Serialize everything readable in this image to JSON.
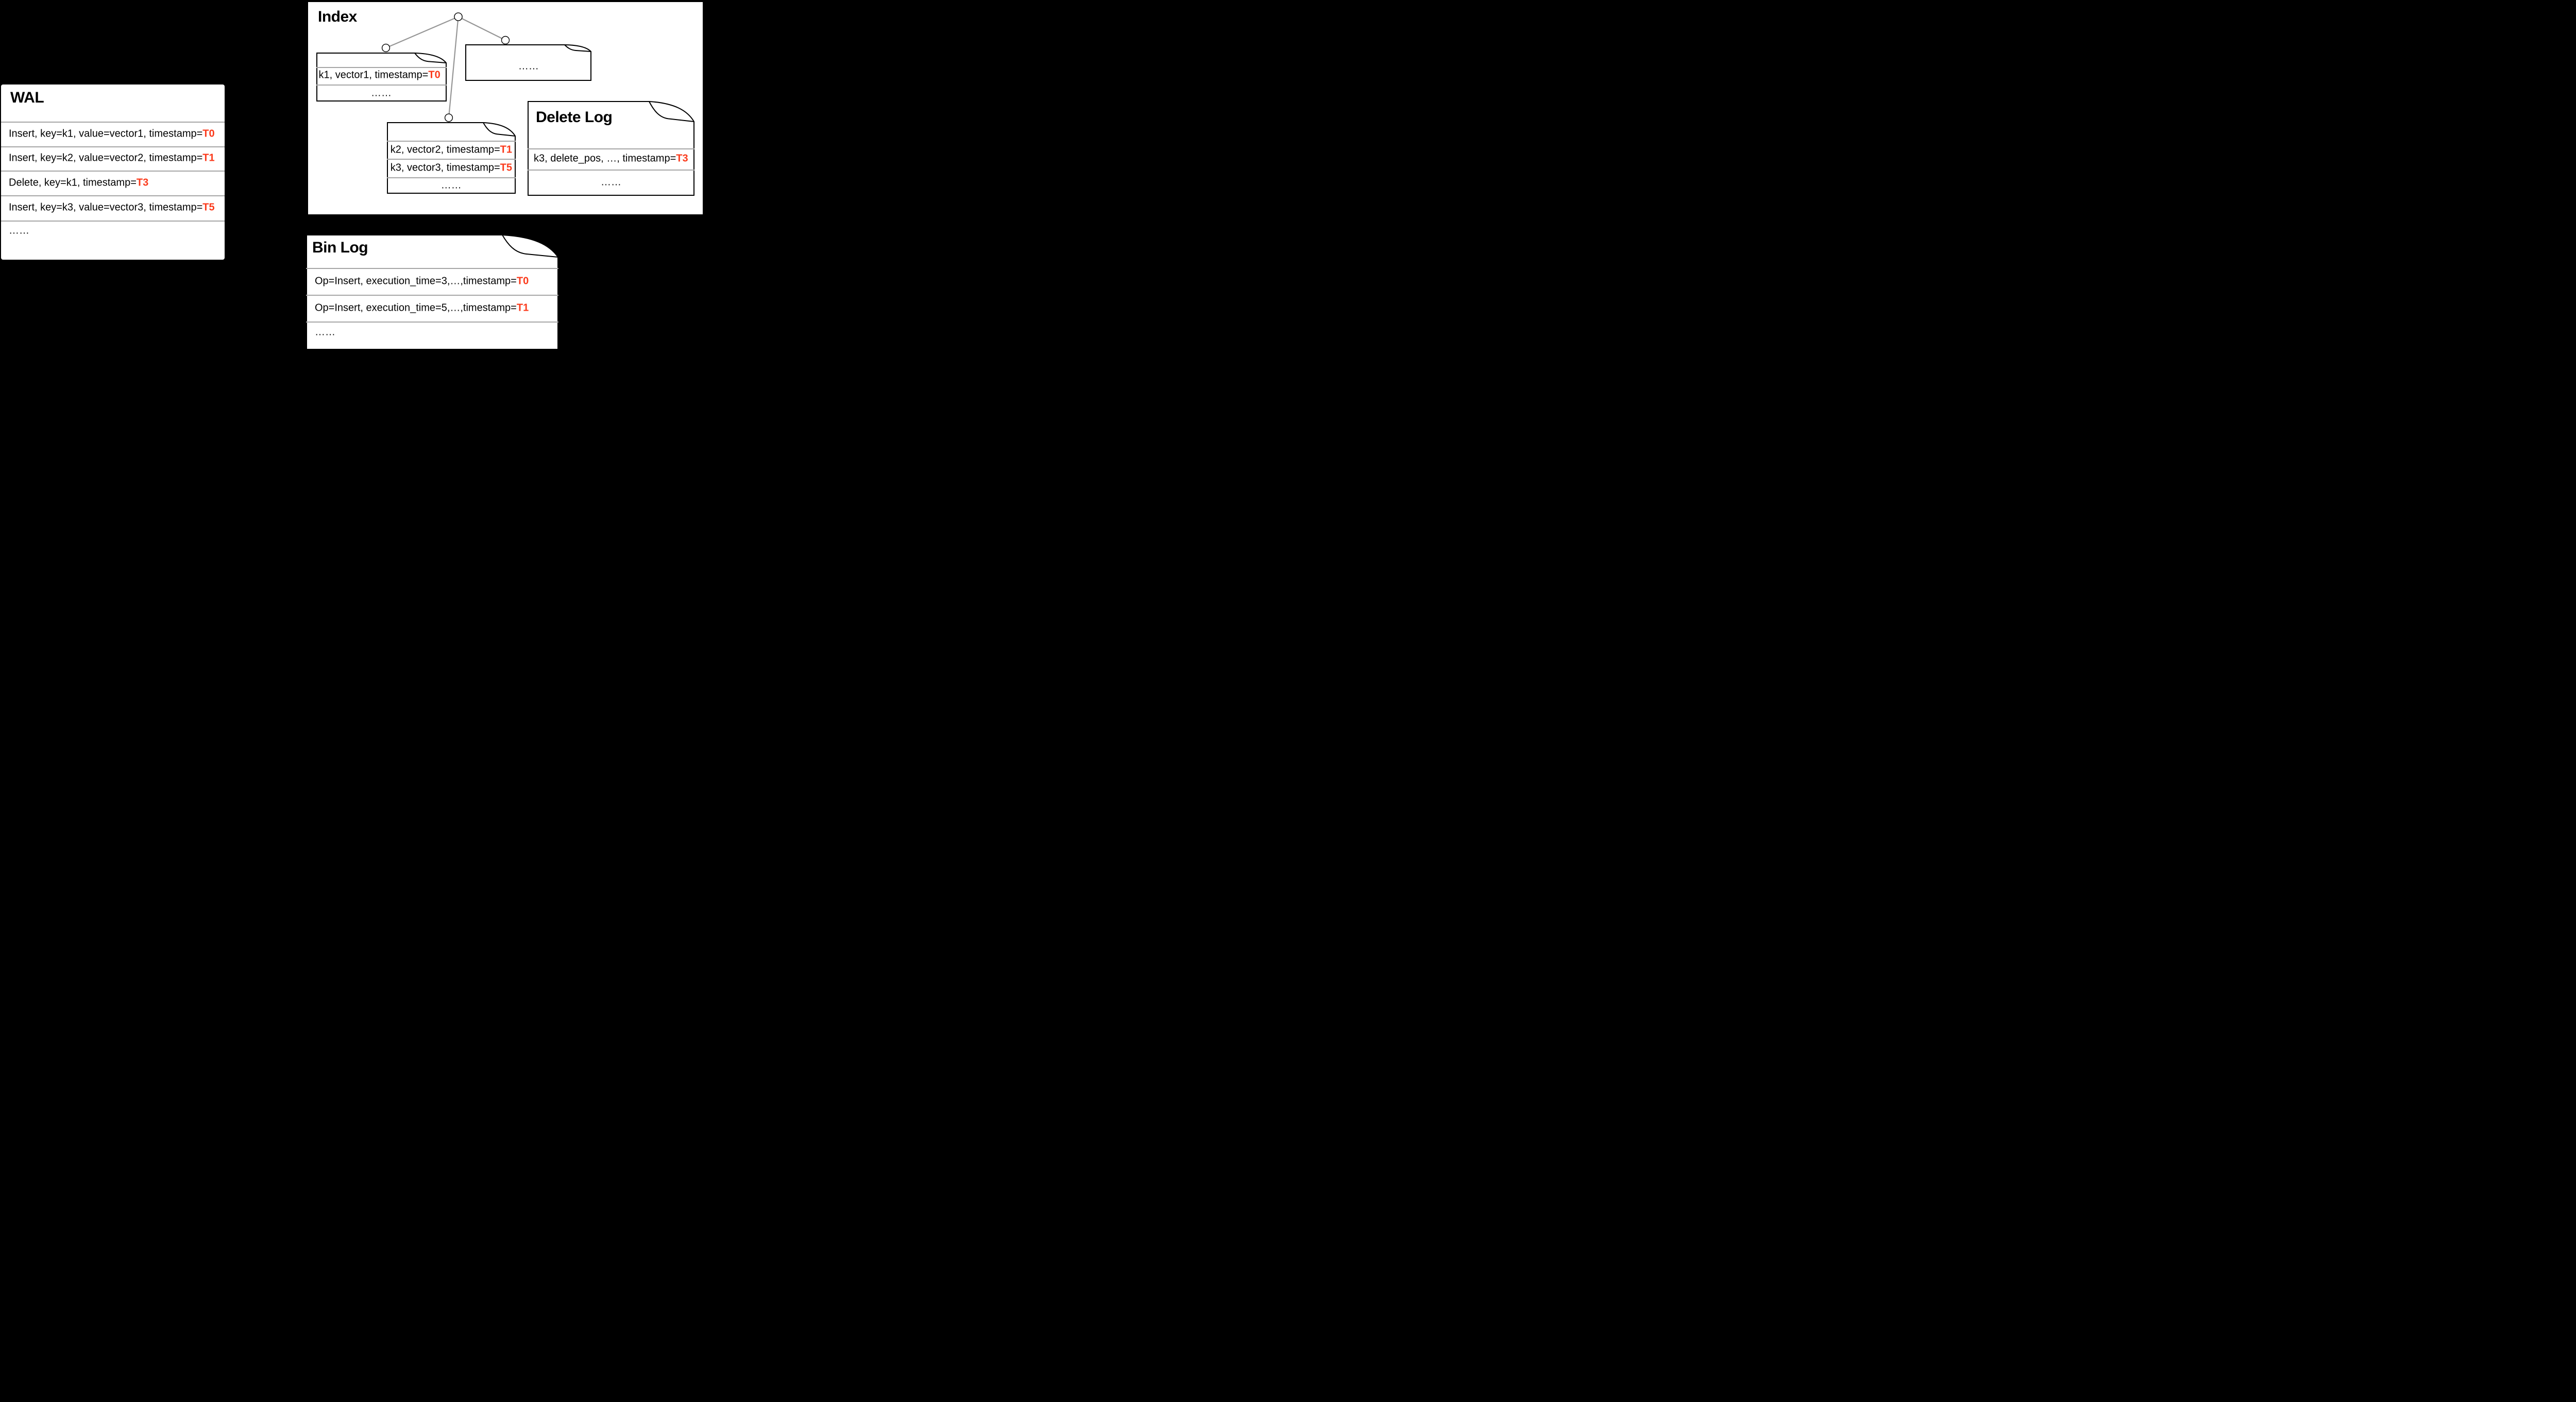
{
  "colors": {
    "accent_red": "#fb3a1b",
    "separator_gray": "#a6a6a6",
    "tree_line_gray": "#969696",
    "background": "#000000",
    "box_fill": "#ffffff"
  },
  "wal": {
    "title": "WAL",
    "rows": [
      {
        "pre": "Insert, key=k1, value=vector1, timestamp=",
        "ts": "T0"
      },
      {
        "pre": "Insert, key=k2, value=vector2, timestamp=",
        "ts": "T1"
      },
      {
        "pre": "Delete, key=k1, timestamp=",
        "ts": "T3"
      },
      {
        "pre": "Insert, key=k3, value=vector3, timestamp=",
        "ts": "T5"
      },
      {
        "pre": "……",
        "ts": ""
      }
    ]
  },
  "index": {
    "title": "Index",
    "node_k1": {
      "rows": [
        {
          "pre": "k1, vector1, timestamp=",
          "ts": "T0"
        },
        {
          "pre": "……",
          "ts": ""
        }
      ]
    },
    "node_k2k3": {
      "rows": [
        {
          "pre": "k2, vector2, timestamp=",
          "ts": "T1"
        },
        {
          "pre": "k3, vector3, timestamp=",
          "ts": "T5"
        },
        {
          "pre": "……",
          "ts": ""
        }
      ]
    },
    "node_more": {
      "label": "……"
    }
  },
  "delete_log": {
    "title": "Delete Log",
    "rows": [
      {
        "pre": "k3, delete_pos, …, timestamp=",
        "ts": "T3"
      },
      {
        "pre": "……",
        "ts": ""
      }
    ]
  },
  "bin_log": {
    "title": "Bin Log",
    "rows": [
      {
        "pre": "Op=Insert, execution_time=3,…,timestamp=",
        "ts": "T0"
      },
      {
        "pre": "Op=Insert, execution_time=5,…,timestamp=",
        "ts": "T1"
      },
      {
        "pre": "……",
        "ts": ""
      }
    ]
  }
}
